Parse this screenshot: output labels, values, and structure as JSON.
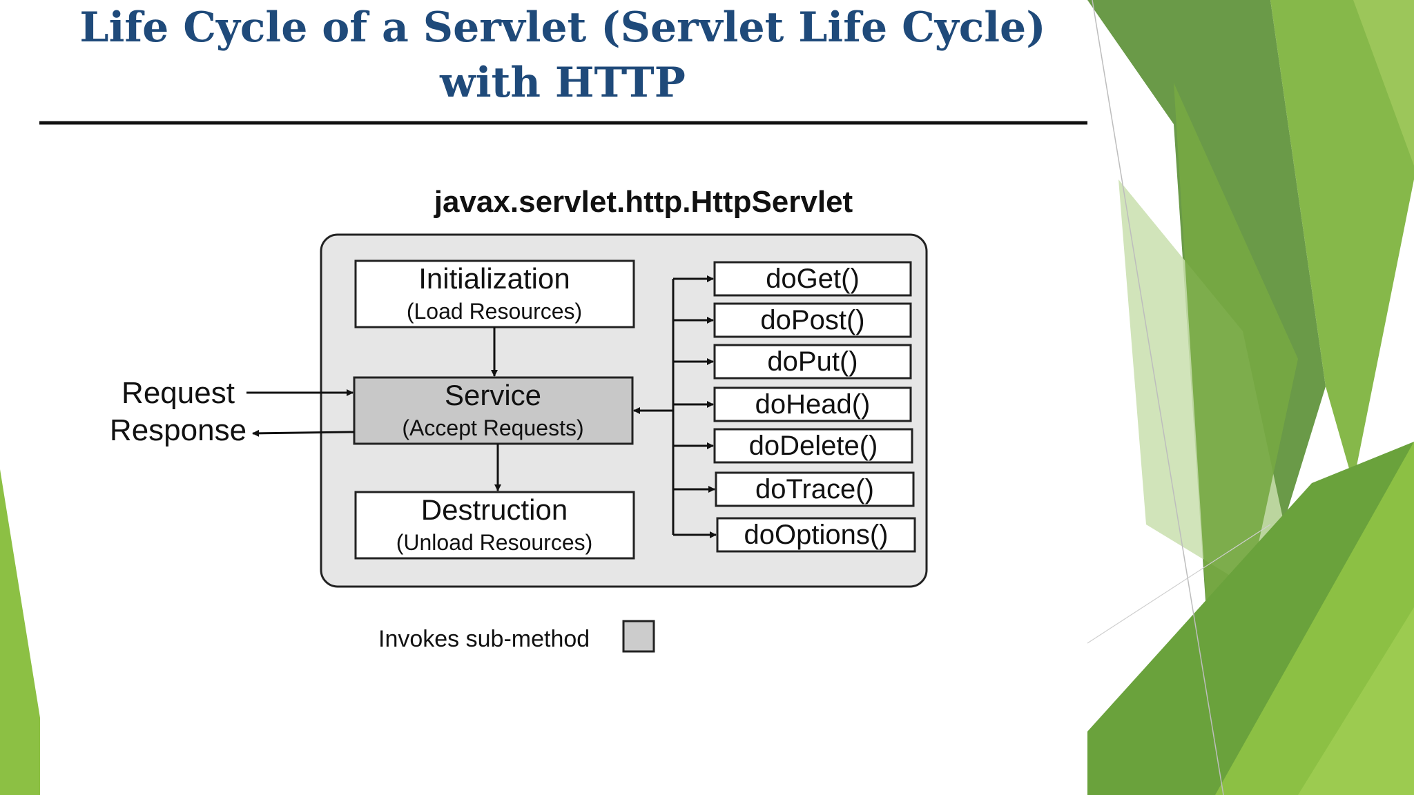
{
  "slide": {
    "title_line1": "Life Cycle of a Servlet (Servlet Life Cycle)",
    "title_line2": "with HTTP"
  },
  "diagram": {
    "class_name": "javax.servlet.http.HttpServlet",
    "initialization": {
      "label": "Initialization",
      "sub": "(Load Resources)"
    },
    "service": {
      "label": "Service",
      "sub": "(Accept Requests)"
    },
    "destruction": {
      "label": "Destruction",
      "sub": "(Unload Resources)"
    },
    "request_label": "Request",
    "response_label": "Response",
    "methods": [
      "doGet()",
      "doPost()",
      "doPut()",
      "doHead()",
      "doDelete()",
      "doTrace()",
      "doOptions()"
    ],
    "legend_label": "Invokes sub-method"
  },
  "colors": {
    "title": "#1f4a7a",
    "container_fill": "#e6e6e6",
    "service_fill": "#c8c8c8",
    "legend_swatch": "#cccccc",
    "green_dark": "#5f8f3e",
    "green_mid": "#7fb241",
    "green_light": "#a8cf6e"
  }
}
